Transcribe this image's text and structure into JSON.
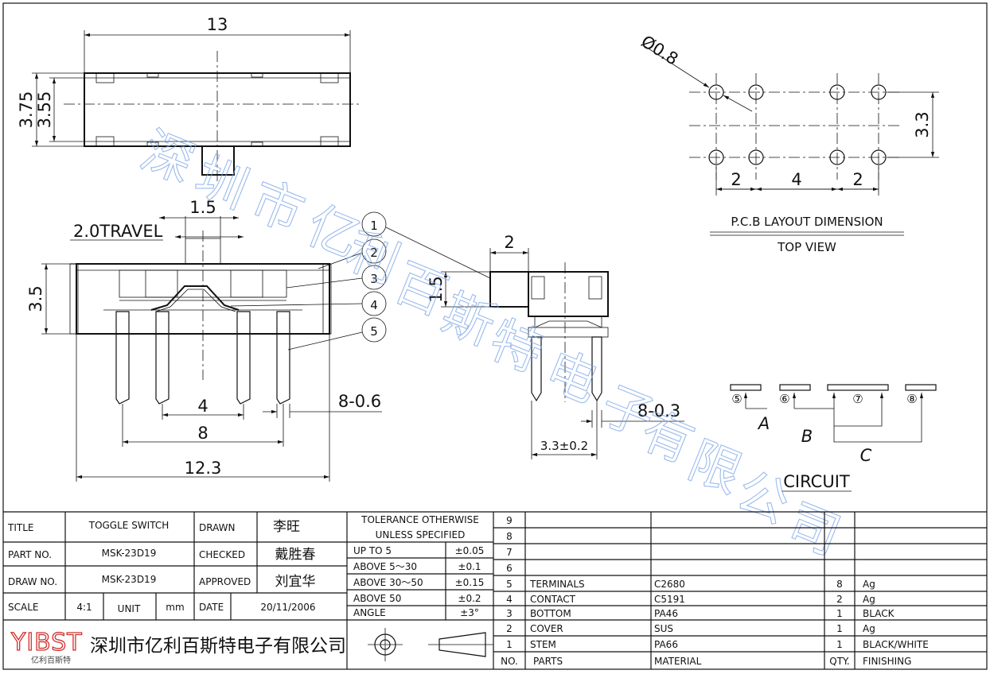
{
  "dims": {
    "top_length": "13",
    "height_outer": "3.75",
    "height_inner": "3.55",
    "travel_label": "2.0TRAVEL",
    "knob_width": "1.5",
    "side_height": "3.5",
    "pin_pitch": "4",
    "pin_span": "8",
    "total_length": "12.3",
    "pin_width": "8-0.6",
    "side_knob_width": "2",
    "side_knob_height": "1.5",
    "side_pin_thickness": "8-0.3",
    "side_pin_spacing": "3.3±0.2"
  },
  "callouts": [
    "1",
    "2",
    "3",
    "4",
    "5"
  ],
  "pcb": {
    "hole_diameter": "Ø0.8",
    "height": "3.3",
    "spacing": [
      "2",
      "4",
      "2"
    ],
    "title": "P.C.B LAYOUT DIMENSION",
    "subtitle": "TOP VIEW"
  },
  "circuit": {
    "terminals": [
      "⑤",
      "⑥",
      "⑦",
      "⑧"
    ],
    "paths": [
      "A",
      "B",
      "C"
    ],
    "title": "CIRCUIT"
  },
  "watermark": [
    "深",
    "圳",
    "市",
    "亿",
    "利",
    "百",
    "斯",
    "特",
    "电",
    "子",
    "有",
    "限",
    "公",
    "司"
  ],
  "title_block": {
    "title_label": "TITLE",
    "title_value": "TOGGLE SWITCH",
    "part_label": "PART NO.",
    "part_value": "MSK-23D19",
    "draw_label": "DRAW NO.",
    "draw_value": "MSK-23D19",
    "scale_label": "SCALE",
    "scale_value": "4:1",
    "unit_label": "UNIT",
    "unit_value": "mm",
    "drawn_label": "DRAWN",
    "drawn_value": "李旺",
    "checked_label": "CHECKED",
    "checked_value": "戴胜春",
    "approved_label": "APPROVED",
    "approved_value": "刘宜华",
    "date_label": "DATE",
    "date_value": "20/11/2006",
    "logo_text": "YIBST",
    "logo_sub": "亿利百斯特",
    "company": "深圳市亿利百斯特电子有限公司"
  },
  "tolerance": {
    "header1": "TOLERANCE OTHERWISE",
    "header2": "UNLESS SPECIFIED",
    "rows": [
      {
        "range": "UP TO 5",
        "tol": "±0.05"
      },
      {
        "range": "ABOVE 5～30",
        "tol": "±0.1"
      },
      {
        "range": "ABOVE 30～50",
        "tol": "±0.15"
      },
      {
        "range": "ABOVE 50",
        "tol": "±0.2"
      },
      {
        "range": "ANGLE",
        "tol": "±3°"
      }
    ]
  },
  "bom": {
    "rows": [
      {
        "no": "9",
        "part": "",
        "material": "",
        "qty": "",
        "finish": ""
      },
      {
        "no": "8",
        "part": "",
        "material": "",
        "qty": "",
        "finish": ""
      },
      {
        "no": "7",
        "part": "",
        "material": "",
        "qty": "",
        "finish": ""
      },
      {
        "no": "6",
        "part": "",
        "material": "",
        "qty": "",
        "finish": ""
      },
      {
        "no": "5",
        "part": "TERMINALS",
        "material": "C2680",
        "qty": "8",
        "finish": "Ag"
      },
      {
        "no": "4",
        "part": "CONTACT",
        "material": "C5191",
        "qty": "2",
        "finish": "Ag"
      },
      {
        "no": "3",
        "part": "BOTTOM",
        "material": "PA46",
        "qty": "1",
        "finish": "BLACK"
      },
      {
        "no": "2",
        "part": "COVER",
        "material": "SUS",
        "qty": "1",
        "finish": "Ag"
      },
      {
        "no": "1",
        "part": "STEM",
        "material": "PA66",
        "qty": "1",
        "finish": "BLACK/WHITE"
      }
    ],
    "header": {
      "no": "NO.",
      "part": "PARTS",
      "material": "MATERIAL",
      "qty": "QTY.",
      "finish": "FINISHING"
    }
  },
  "colors": {
    "logo": "#d0312d",
    "watermark": "#7aa4e6",
    "line": "#111111"
  }
}
